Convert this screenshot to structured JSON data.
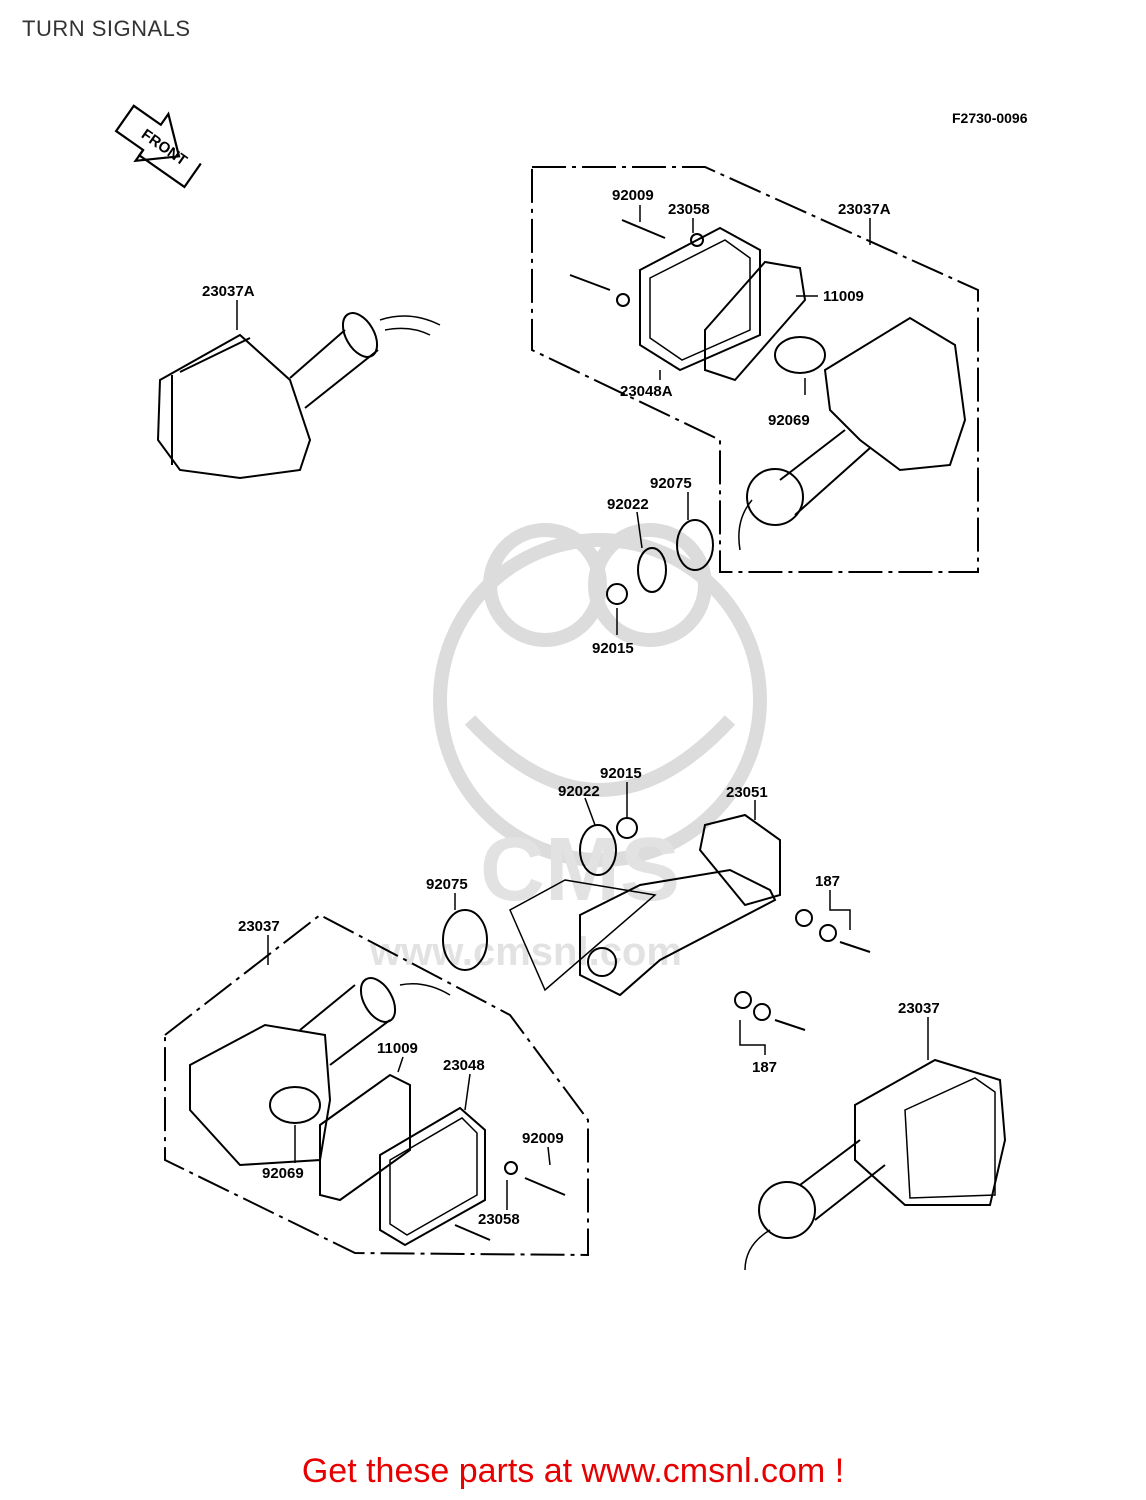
{
  "page": {
    "title": "TURN SIGNALS",
    "diagram_code": "F2730-0096",
    "front_arrow_label": "FRONT",
    "promo_text": "Get these parts at www.cmsnl.com !"
  },
  "watermark": {
    "logo_text": "CMS",
    "url_text": "www.cmsnl.com"
  },
  "callouts": [
    {
      "id": "lbl-23037a-left",
      "text": "23037A"
    },
    {
      "id": "lbl-92009-top",
      "text": "92009"
    },
    {
      "id": "lbl-23058-top",
      "text": "23058"
    },
    {
      "id": "lbl-23037a-right",
      "text": "23037A"
    },
    {
      "id": "lbl-11009-top",
      "text": "11009"
    },
    {
      "id": "lbl-23048a",
      "text": "23048A"
    },
    {
      "id": "lbl-92069-top",
      "text": "92069"
    },
    {
      "id": "lbl-92075-top",
      "text": "92075"
    },
    {
      "id": "lbl-92022-top",
      "text": "92022"
    },
    {
      "id": "lbl-92015-top",
      "text": "92015"
    },
    {
      "id": "lbl-92015-mid",
      "text": "92015"
    },
    {
      "id": "lbl-92022-mid",
      "text": "92022"
    },
    {
      "id": "lbl-23051",
      "text": "23051"
    },
    {
      "id": "lbl-187-top",
      "text": "187"
    },
    {
      "id": "lbl-92075-mid",
      "text": "92075"
    },
    {
      "id": "lbl-23037-left",
      "text": "23037"
    },
    {
      "id": "lbl-187-bottom",
      "text": "187"
    },
    {
      "id": "lbl-11009-bottom",
      "text": "11009"
    },
    {
      "id": "lbl-23048",
      "text": "23048"
    },
    {
      "id": "lbl-92009-bottom",
      "text": "92009"
    },
    {
      "id": "lbl-92069-bottom",
      "text": "92069"
    },
    {
      "id": "lbl-23058-bottom",
      "text": "23058"
    },
    {
      "id": "lbl-23037-right",
      "text": "23037"
    }
  ]
}
